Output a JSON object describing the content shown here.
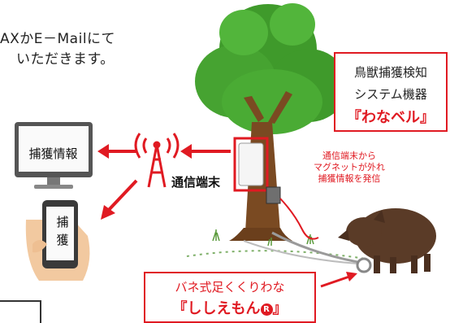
{
  "intro": {
    "line1": "AXかE－Mailにて",
    "line2": "いただきます。"
  },
  "product": {
    "line1": "鳥獣捕獲検知",
    "line2": "システム機器",
    "name": "『わなベル』"
  },
  "device_label": "通信端末",
  "monitor_text": "捕獲情報",
  "phone_text": [
    "捕",
    "獲"
  ],
  "note": [
    "通信端末から",
    "マグネットが外れ",
    "捕獲情報を発信"
  ],
  "trap": {
    "line1": "バネ式足くくりわな",
    "name_open": "『ししえもん",
    "reg_mark": "R",
    "name_close": "』"
  },
  "colors": {
    "accent_red": "#e01a22",
    "tree_green": "#3f9a2b",
    "trunk_brown": "#7a4a22"
  }
}
